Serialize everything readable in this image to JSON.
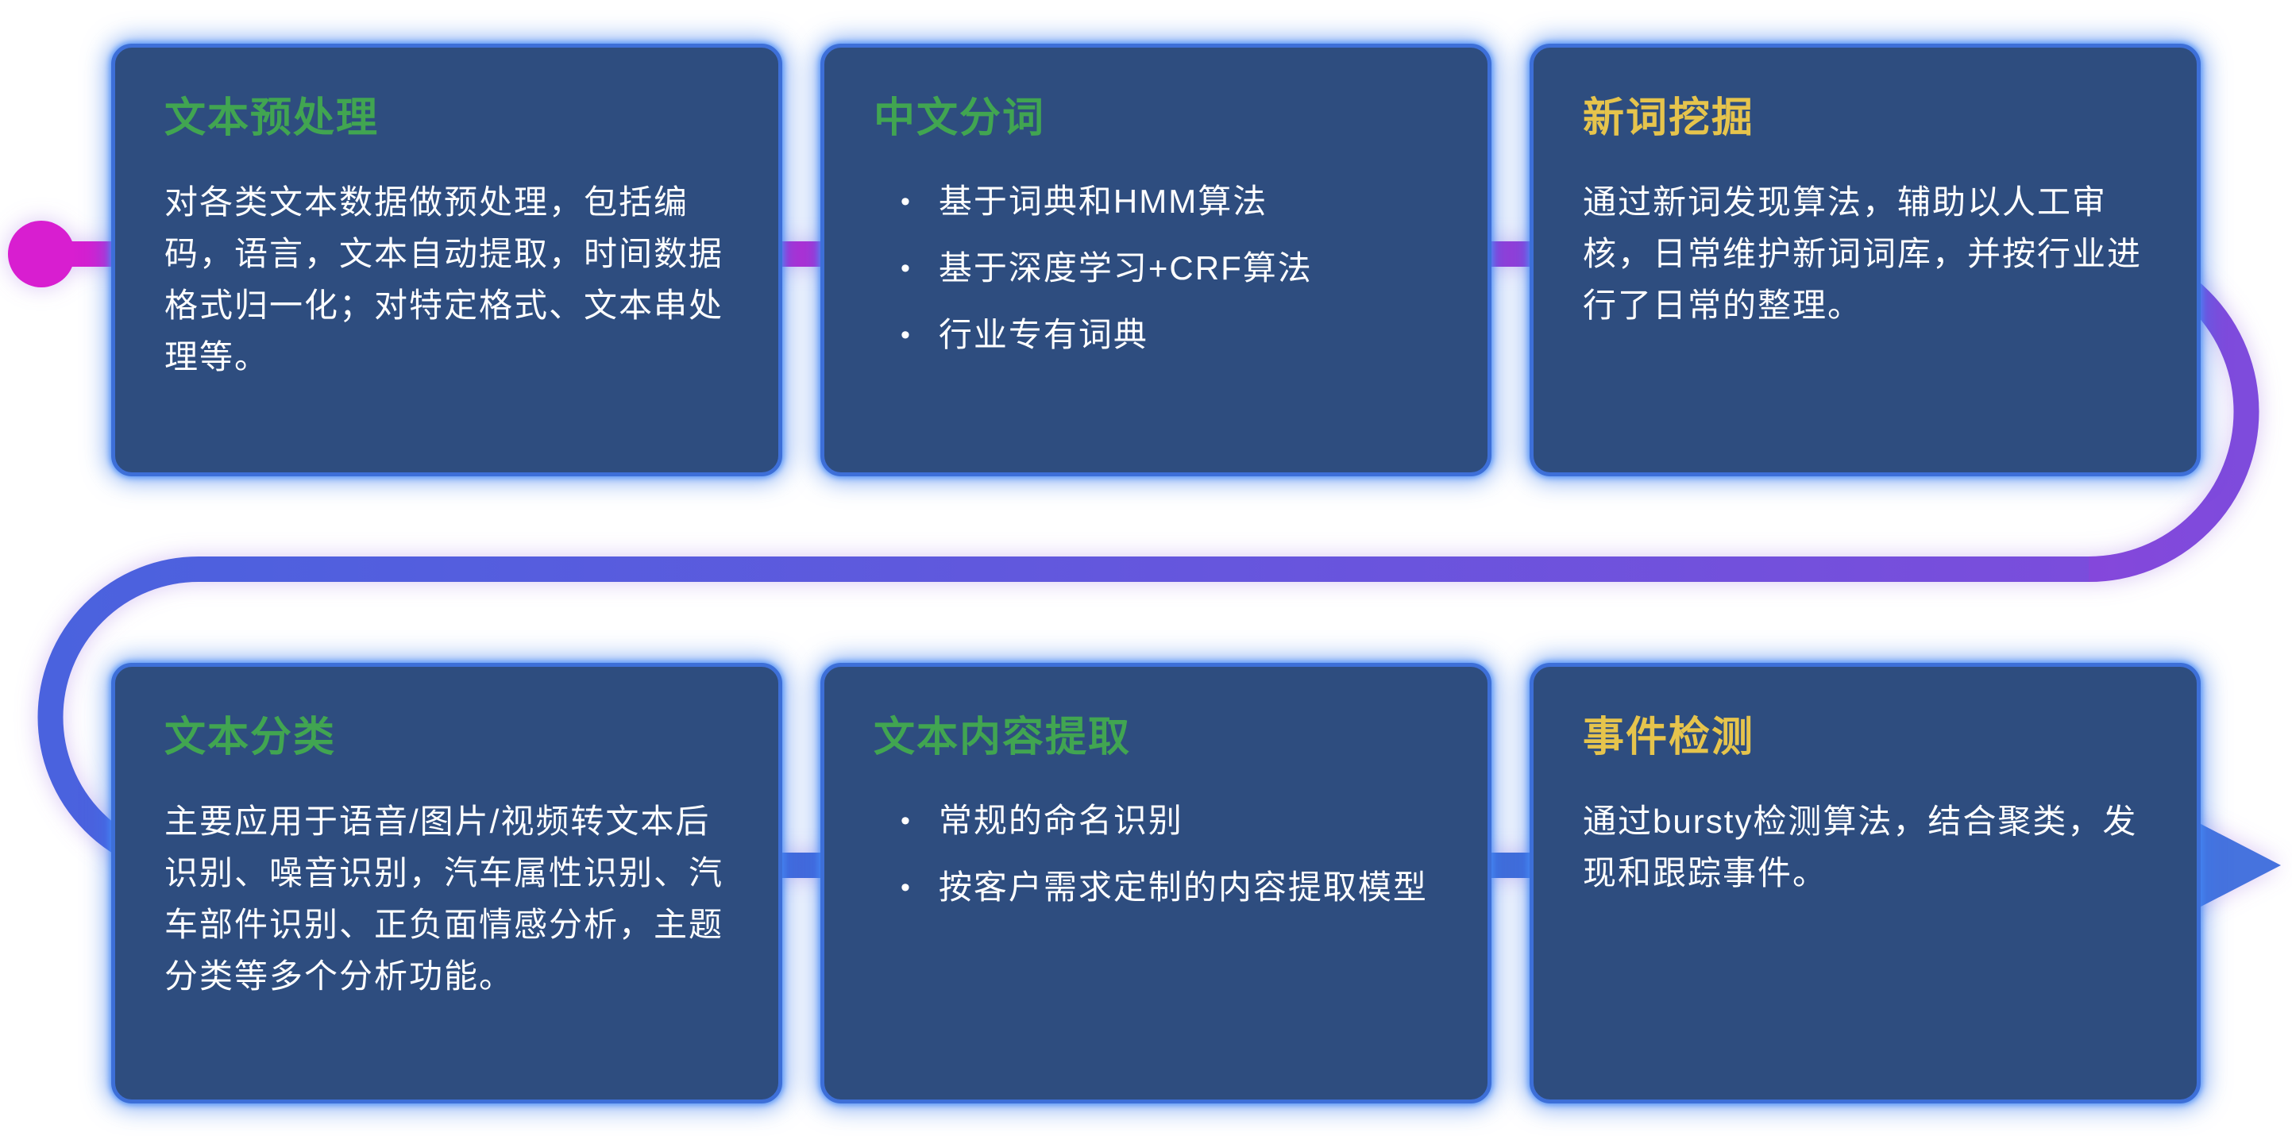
{
  "flow_colors": {
    "dot": "#d81ed0",
    "top_start": "#d81ed0",
    "top_mid": "#b02cd2",
    "top_end": "#7e4bdc",
    "mid_start": "#7e4bdc",
    "mid_end": "#4a62de",
    "bot_start": "#4764dc",
    "bot_end": "#3f70d6",
    "arrow": "#4673de"
  },
  "card_style": {
    "background": "#2e4d7f",
    "border_glow": "#3d6fd8",
    "title_green": "#41a551",
    "title_yellow": "#e6c44c",
    "body_text": "#ffffff"
  },
  "cards": [
    {
      "title": "文本预处理",
      "title_color": "#41a551",
      "body": "对各类文本数据做预处理，包括编码，语言，文本自动提取，时间数据格式归一化；对特定格式、文本串处理等。"
    },
    {
      "title": "中文分词",
      "title_color": "#41a551",
      "bullets": [
        "基于词典和HMM算法",
        "基于深度学习+CRF算法",
        "行业专有词典"
      ]
    },
    {
      "title": "新词挖掘",
      "title_color": "#e6c44c",
      "body": "通过新词发现算法，辅助以人工审核，日常维护新词词库，并按行业进行了日常的整理。"
    },
    {
      "title": "文本分类",
      "title_color": "#41a551",
      "body": "主要应用于语音/图片/视频转文本后识别、噪音识别，汽车属性识别、汽车部件识别、正负面情感分析，主题分类等多个分析功能。"
    },
    {
      "title": "文本内容提取",
      "title_color": "#41a551",
      "bullets": [
        "常规的命名识别",
        "按客户需求定制的内容提取模型"
      ]
    },
    {
      "title": "事件检测",
      "title_color": "#e6c44c",
      "body": "通过bursty检测算法，结合聚类，发现和跟踪事件。"
    }
  ]
}
